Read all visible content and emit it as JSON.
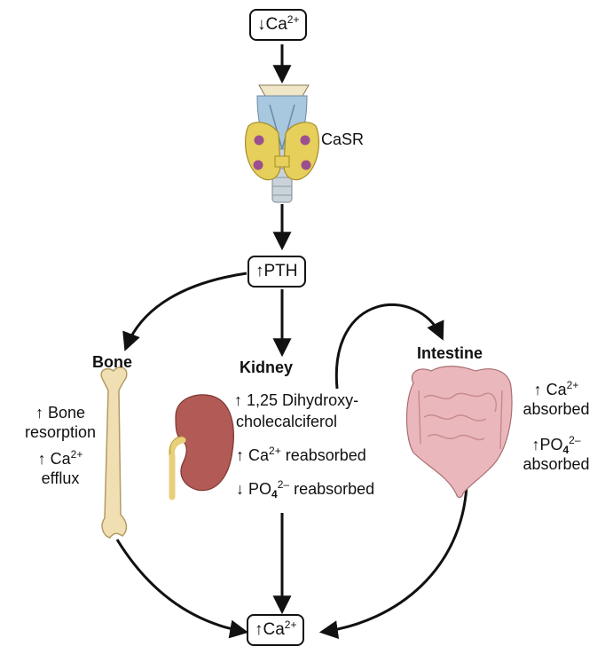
{
  "arrows": {
    "up": "↑",
    "down": "↓"
  },
  "top_box": {
    "ion": "Ca",
    "charge": "2+"
  },
  "gland_label": "CaSR",
  "pth_box": {
    "label": "PTH"
  },
  "bone": {
    "title": "Bone",
    "line1": "Bone",
    "line2": "resorption",
    "line3_ion": "Ca",
    "line3_charge": "2+",
    "line4": "efflux"
  },
  "kidney": {
    "title": "Kidney",
    "effect1_line1": "1,25 Dihydroxy-",
    "effect1_line2": "cholecalciferol",
    "effect2_ion": "Ca",
    "effect2_charge": "2+",
    "effect2_text": "reabsorbed",
    "effect3_ion": "PO",
    "effect3_sub": "4",
    "effect3_charge": "2–",
    "effect3_text": "reabsorbed"
  },
  "intestine": {
    "title": "Intestine",
    "effect1_ion": "Ca",
    "effect1_charge": "2+",
    "effect1_text": "absorbed",
    "effect2_ion": "PO",
    "effect2_sub": "4",
    "effect2_charge": "2–",
    "effect2_text": "absorbed"
  },
  "bottom_box": {
    "ion": "Ca",
    "charge": "2+"
  },
  "colors": {
    "ink": "#111111",
    "thyroid": "#e6cf5a",
    "cartilage": "#a8c8e0",
    "trachea": "#c9d3d9",
    "kidney": "#b25a55",
    "ureter": "#e8cf7a",
    "bone": "#f1dfb4",
    "intestine": "#eab8bc"
  }
}
